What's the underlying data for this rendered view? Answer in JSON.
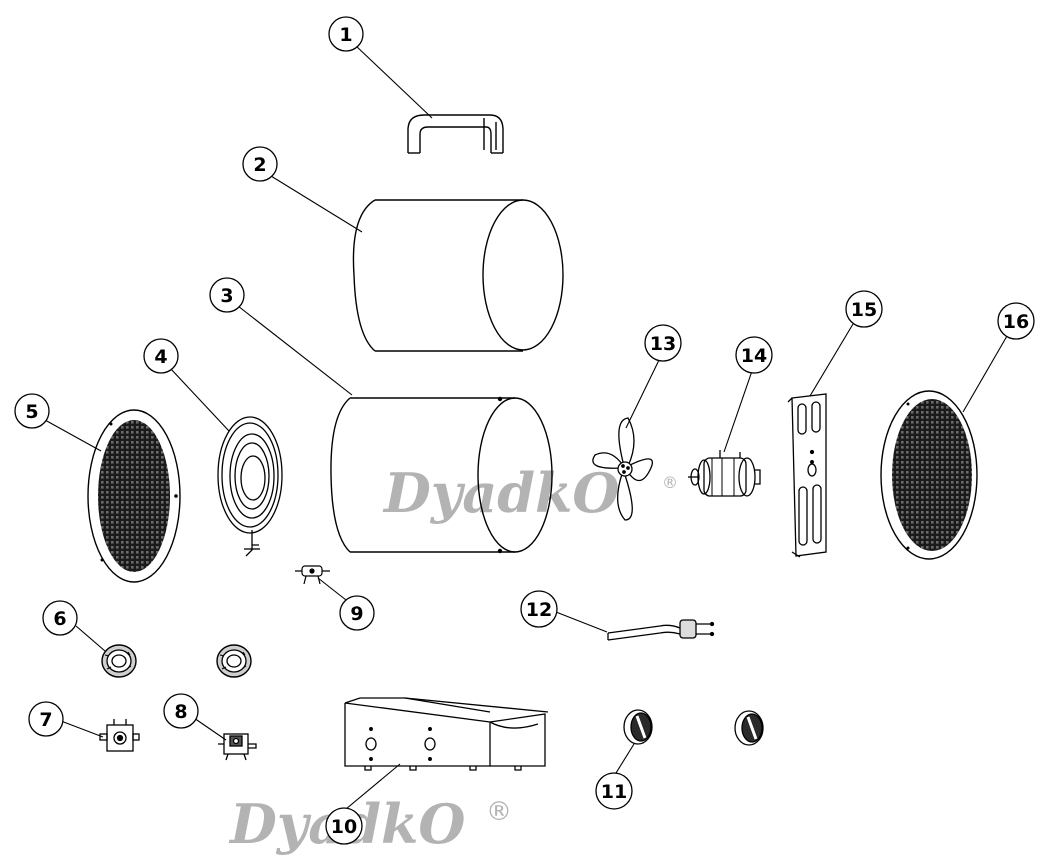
{
  "watermark": {
    "brand": "DyadkO",
    "registered_mark": "®"
  },
  "callouts": {
    "c1": "1",
    "c2": "2",
    "c3": "3",
    "c4": "4",
    "c5": "5",
    "c6": "6",
    "c7": "7",
    "c8": "8",
    "c9": "9",
    "c10": "10",
    "c11": "11",
    "c12": "12",
    "c13": "13",
    "c14": "14",
    "c15": "15",
    "c16": "16"
  },
  "colors": {
    "line": "#000000",
    "watermark": "#b3b3b3"
  }
}
